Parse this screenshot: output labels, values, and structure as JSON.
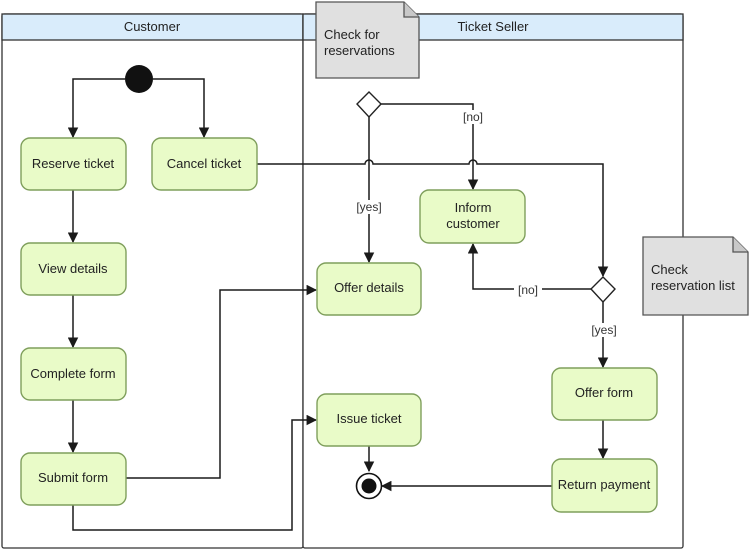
{
  "swimlanes": [
    {
      "id": "customer",
      "label": "Customer"
    },
    {
      "id": "seller",
      "label": "Ticket Seller"
    }
  ],
  "actions": [
    {
      "id": "reserve",
      "lines": [
        "Reserve ticket"
      ]
    },
    {
      "id": "cancel",
      "lines": [
        "Cancel ticket"
      ]
    },
    {
      "id": "view",
      "lines": [
        "View details"
      ]
    },
    {
      "id": "complete",
      "lines": [
        "Complete form"
      ]
    },
    {
      "id": "submit",
      "lines": [
        "Submit form"
      ]
    },
    {
      "id": "offer-details",
      "lines": [
        "Offer details"
      ]
    },
    {
      "id": "inform",
      "lines": [
        "Inform",
        "customer"
      ]
    },
    {
      "id": "issue",
      "lines": [
        "Issue ticket"
      ]
    },
    {
      "id": "offer-form",
      "lines": [
        "Offer form"
      ]
    },
    {
      "id": "return",
      "lines": [
        "Return payment"
      ]
    }
  ],
  "notes": [
    {
      "id": "check-reservations",
      "lines": [
        "Check for",
        "reservations"
      ]
    },
    {
      "id": "check-list",
      "lines": [
        "Check",
        "reservation list"
      ]
    }
  ],
  "guards": [
    {
      "id": "d1-no",
      "text": "[no]"
    },
    {
      "id": "d1-yes",
      "text": "[yes]"
    },
    {
      "id": "d2-no",
      "text": "[no]"
    },
    {
      "id": "d2-yes",
      "text": "[yes]"
    }
  ],
  "colors": {
    "lane_header": "#d9ecfb",
    "action_fill": "#e9fbc8",
    "action_stroke": "#7f9f5c",
    "note_fill": "#e0e0e0",
    "note_stroke": "#555555",
    "line": "#1a1a1a"
  }
}
